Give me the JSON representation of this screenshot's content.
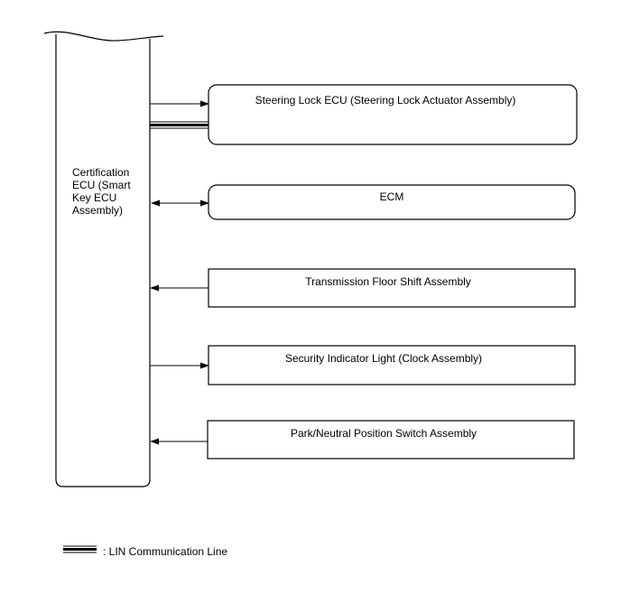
{
  "diagram": {
    "main_unit": {
      "label_lines": [
        "Certification",
        "ECU (Smart",
        "Key ECU",
        "Assembly)"
      ]
    },
    "components": [
      {
        "label": "Steering Lock ECU (Steering Lock Actuator Assembly)",
        "link": "outgoing + LIN communication line"
      },
      {
        "label": "ECM",
        "link": "bidirectional"
      },
      {
        "label": "Transmission Floor Shift Assembly",
        "link": "incoming"
      },
      {
        "label": "Security Indicator Light (Clock Assembly)",
        "link": "outgoing"
      },
      {
        "label": "Park/Neutral Position Switch Assembly",
        "link": "incoming"
      }
    ],
    "legend": {
      "label": ": LIN Communication Line"
    }
  }
}
